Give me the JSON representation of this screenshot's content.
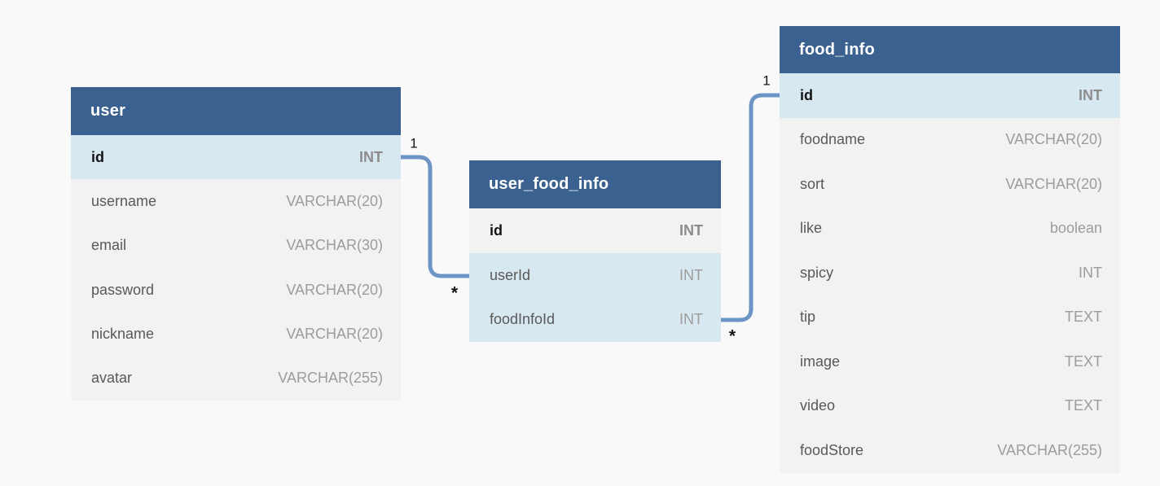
{
  "diagram": {
    "type": "entity-relationship",
    "background": "#f9f9fa",
    "colors": {
      "table_header": "#3a618f",
      "row_default": "#f2f2f3",
      "row_highlight": "#d8e8f0",
      "relation_line": "#6c95c5"
    }
  },
  "tables": {
    "user": {
      "title": "user",
      "fields": [
        {
          "name": "id",
          "type": "INT",
          "primary_key": true,
          "highlighted": true
        },
        {
          "name": "username",
          "type": "VARCHAR(20)"
        },
        {
          "name": "email",
          "type": "VARCHAR(30)"
        },
        {
          "name": "password",
          "type": "VARCHAR(20)"
        },
        {
          "name": "nickname",
          "type": "VARCHAR(20)"
        },
        {
          "name": "avatar",
          "type": "VARCHAR(255)"
        }
      ]
    },
    "user_food_info": {
      "title": "user_food_info",
      "fields": [
        {
          "name": "id",
          "type": "INT",
          "primary_key": true
        },
        {
          "name": "userId",
          "type": "INT",
          "highlighted": true
        },
        {
          "name": "foodInfoId",
          "type": "INT",
          "highlighted": true
        }
      ]
    },
    "food_info": {
      "title": "food_info",
      "fields": [
        {
          "name": "id",
          "type": "INT",
          "primary_key": true,
          "highlighted": true
        },
        {
          "name": "foodname",
          "type": "VARCHAR(20)"
        },
        {
          "name": "sort",
          "type": "VARCHAR(20)"
        },
        {
          "name": "like",
          "type": "boolean"
        },
        {
          "name": "spicy",
          "type": "INT"
        },
        {
          "name": "tip",
          "type": "TEXT"
        },
        {
          "name": "image",
          "type": "TEXT"
        },
        {
          "name": "video",
          "type": "TEXT"
        },
        {
          "name": "foodStore",
          "type": "VARCHAR(255)"
        }
      ]
    }
  },
  "relations": [
    {
      "from": "user.id",
      "to": "user_food_info.userId",
      "from_cardinality": "1",
      "to_cardinality": "*"
    },
    {
      "from": "food_info.id",
      "to": "user_food_info.foodInfoId",
      "from_cardinality": "1",
      "to_cardinality": "*"
    }
  ]
}
